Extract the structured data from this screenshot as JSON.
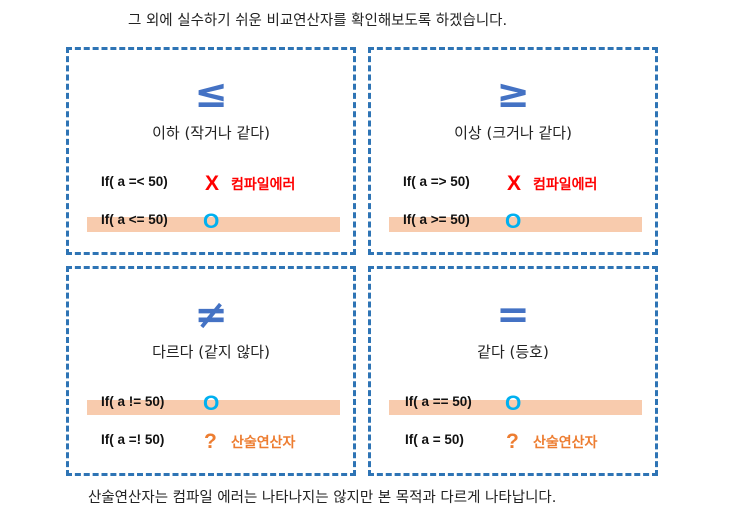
{
  "captions": {
    "top": "그 외에 실수하기 쉬운 비교연산자를 확인해보도록 하겠습니다.",
    "bottom": "산술연산자는 컴파일 에러는 나타나지는 않지만 본 목적과 다르게 나타납니다."
  },
  "colors": {
    "box_border": "#2e74b5",
    "symbol": "#4472c4",
    "highlight": "#f8cbad",
    "error_mark": "#ff0000",
    "ok_mark": "#00b0f0",
    "question_mark": "#ed7d31"
  },
  "panels": {
    "le": {
      "symbol": "≤",
      "label": "이하 (작거나 같다)",
      "row1": {
        "code": "If( a =< 50)",
        "mark": "X",
        "note": "컴파일에러"
      },
      "row2": {
        "code": "If( a <= 50)",
        "mark": "O"
      }
    },
    "ge": {
      "symbol": "≥",
      "label": "이상 (크거나 같다)",
      "row1": {
        "code": "If( a => 50)",
        "mark": "X",
        "note": "컴파일에러"
      },
      "row2": {
        "code": "If( a >= 50)",
        "mark": "O"
      }
    },
    "ne": {
      "symbol": "≠",
      "label": "다르다 (같지 않다)",
      "row1": {
        "code": "If( a != 50)",
        "mark": "O"
      },
      "row2": {
        "code": "If( a =! 50)",
        "mark": "?",
        "note": "산술연산자"
      }
    },
    "eq": {
      "symbol": "=",
      "label": "같다 (등호)",
      "row1": {
        "code": "If( a == 50)",
        "mark": "O"
      },
      "row2": {
        "code": "If( a = 50)",
        "mark": "?",
        "note": "산술연산자"
      }
    }
  }
}
